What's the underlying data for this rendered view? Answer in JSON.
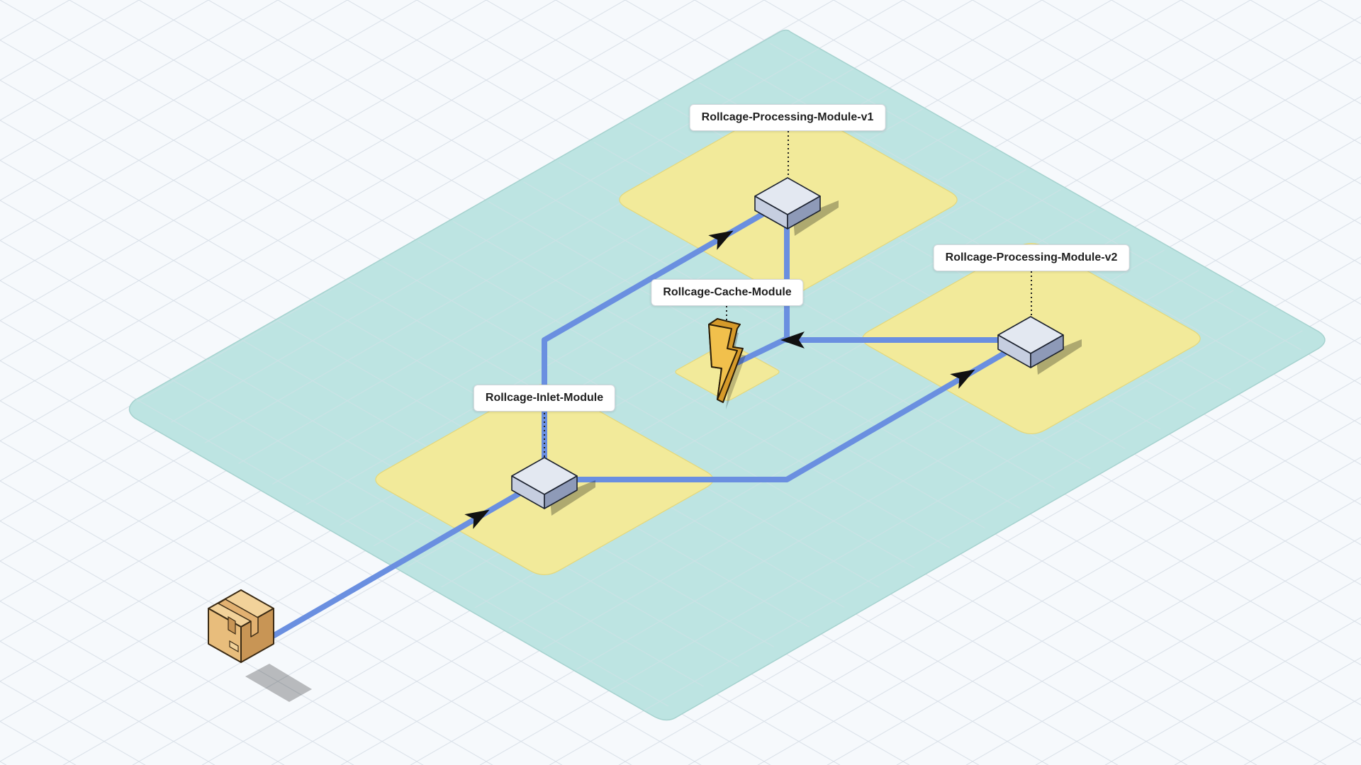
{
  "diagram": {
    "labels": {
      "inlet": "Rollcage-Inlet-Module",
      "cache": "Rollcage-Cache-Module",
      "proc_v1": "Rollcage-Processing-Module-v1",
      "proc_v2": "Rollcage-Processing-Module-v2"
    },
    "icons": {
      "source": "package-box-icon",
      "inlet": "server-node-icon",
      "proc_v1": "server-node-icon",
      "proc_v2": "server-node-icon",
      "cache": "lightning-bolt-icon"
    },
    "colors": {
      "background": "#f6f9fc",
      "grid": "#d9e0e8",
      "platform": "#bde4e2",
      "zone": "#f2ea9a",
      "connector": "#6a8fe0",
      "node_top": "#e3e8f1",
      "node_left": "#c6cee0",
      "node_right": "#8e9ab8",
      "box": "#e8bd7c",
      "bolt": "#f1c04c"
    }
  }
}
